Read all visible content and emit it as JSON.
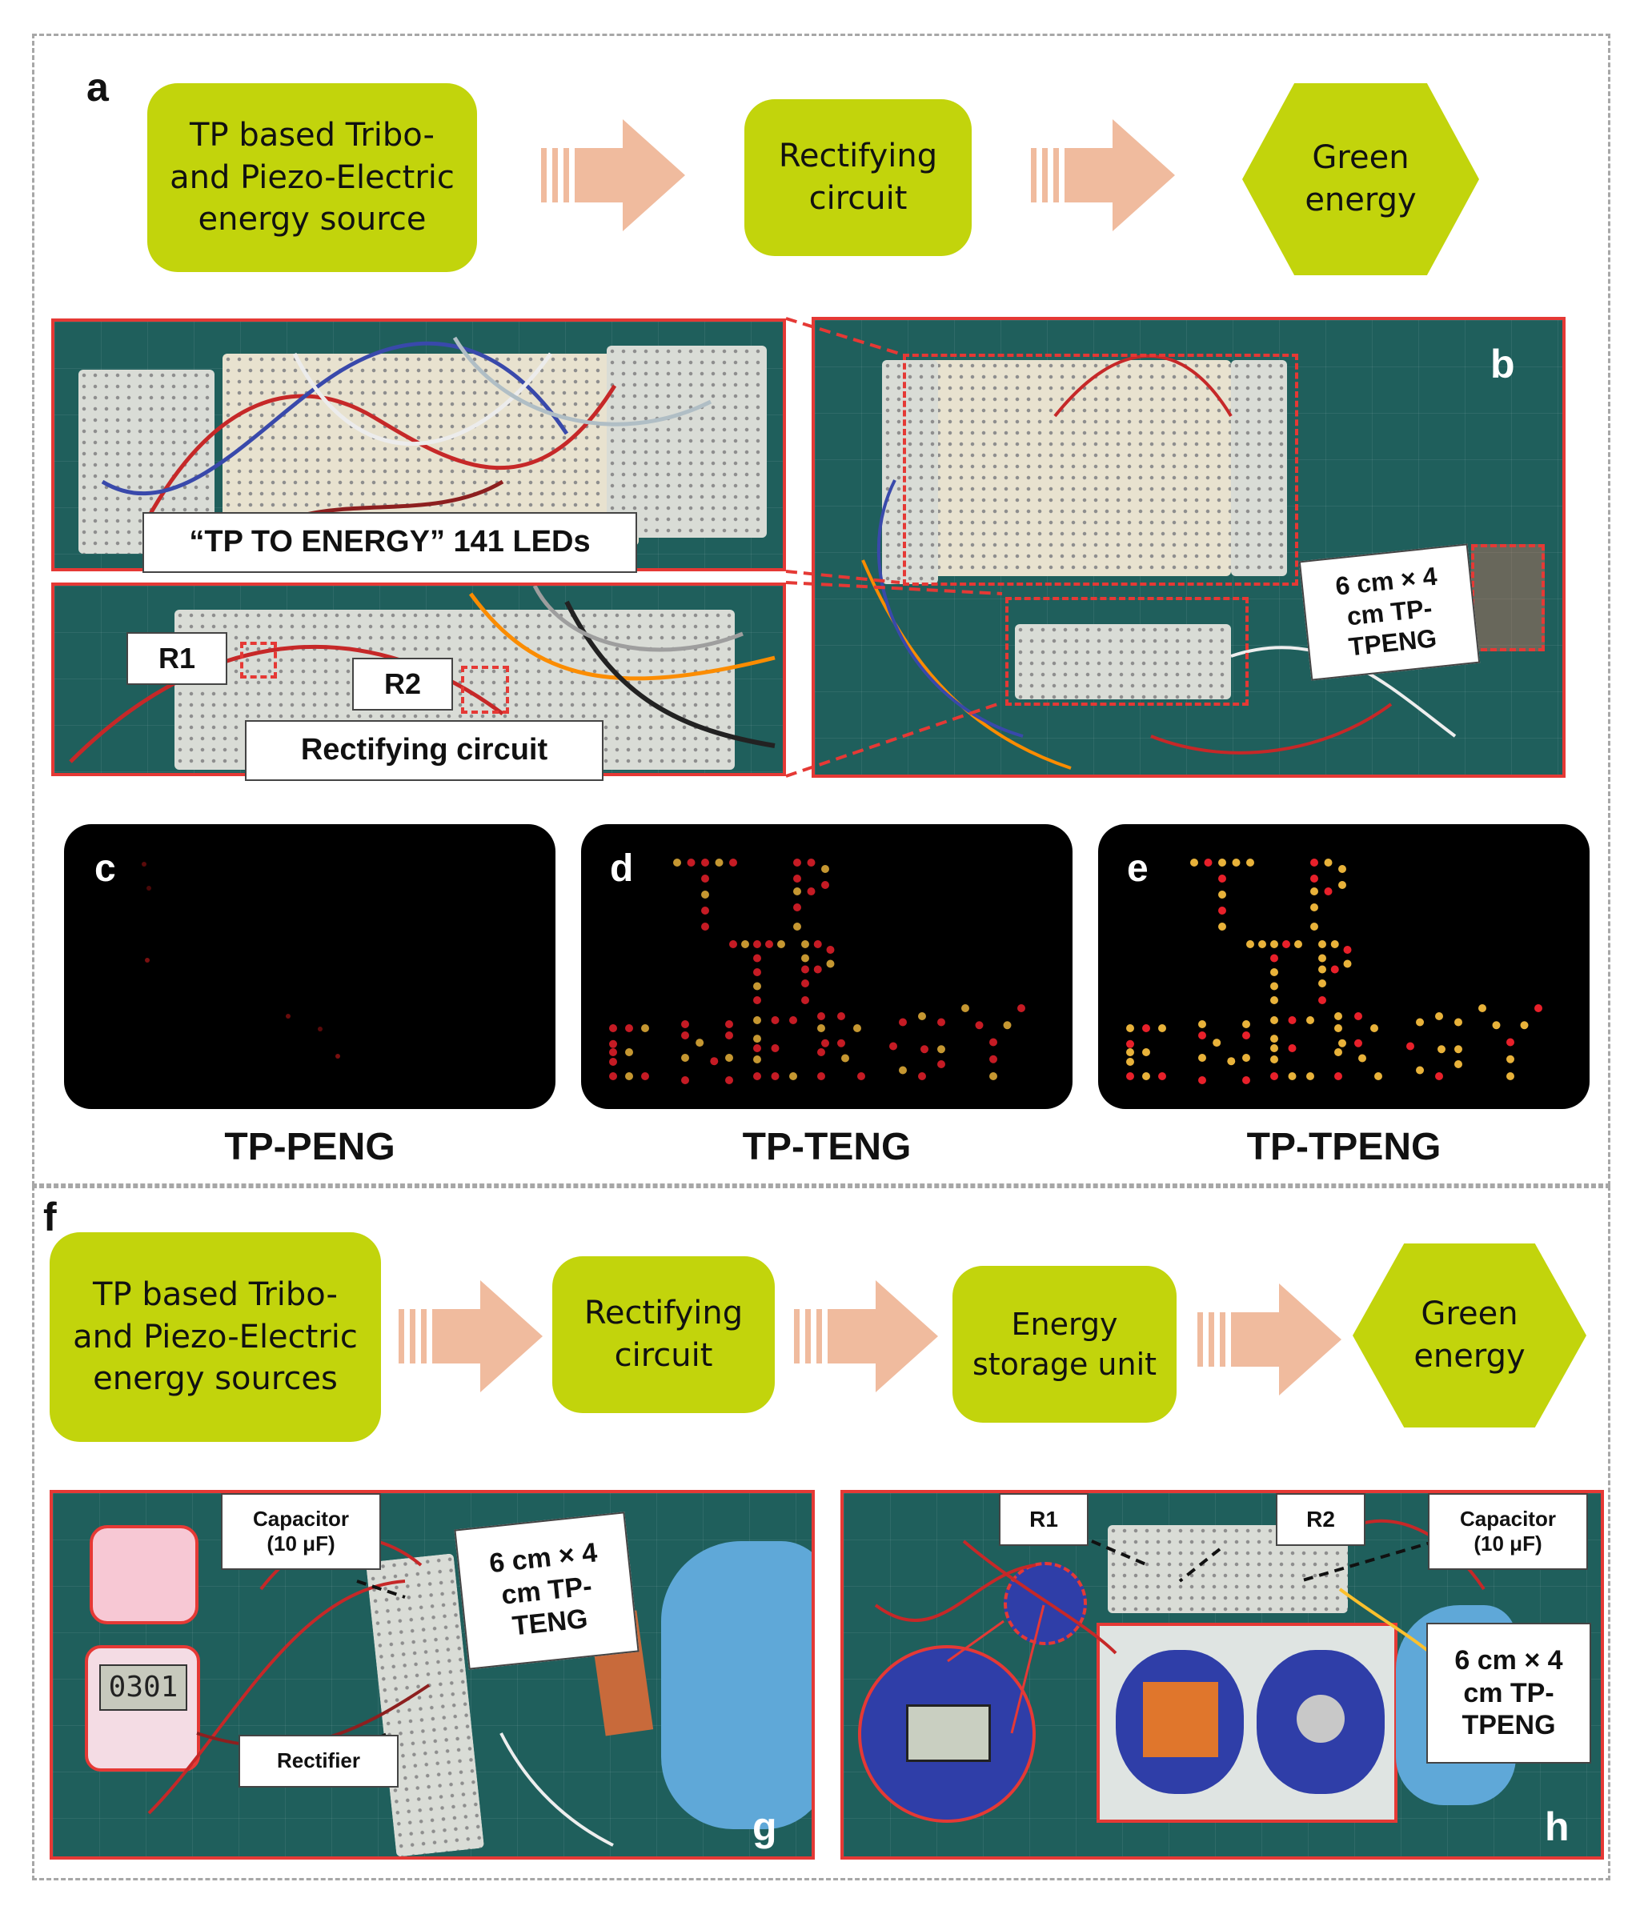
{
  "panels": {
    "a": "a",
    "b": "b",
    "c": "c",
    "d": "d",
    "e": "e",
    "f": "f",
    "g": "g",
    "h": "h"
  },
  "flow_top": {
    "source": "TP based Tribo-\nand Piezo-Electric\nenergy source",
    "rectifier": "Rectifying\ncircuit",
    "output": "Green\nenergy"
  },
  "flow_bottom": {
    "source": "TP based Tribo-\nand Piezo-Electric\nenergy sources",
    "rectifier": "Rectifying\ncircuit",
    "storage": "Energy\nstorage unit",
    "output": "Green\nenergy"
  },
  "panel_b_labels": {
    "leds": "“TP TO ENERGY” 141 LEDs",
    "r1": "R1",
    "r2": "R2",
    "rectifying": "Rectifying circuit",
    "device": "6 cm × 4\ncm TP-\nTPENG"
  },
  "led_captions": {
    "c": "TP-PENG",
    "d": "TP-TENG",
    "e": "TP-TPENG"
  },
  "panel_g_labels": {
    "capacitor": "Capacitor\n(10 μF)",
    "rectifier": "Rectifier",
    "device": "6 cm × 4\ncm TP-\nTENG",
    "timer_display": "0301"
  },
  "panel_h_labels": {
    "r1": "R1",
    "r2": "R2",
    "capacitor": "Capacitor\n(10 μF)",
    "device": "6 cm × 4\ncm TP-\nTPENG"
  },
  "colors": {
    "flow_box": "#c2d40c",
    "arrow": "#f0bb9e",
    "highlight_red": "#e53935",
    "mat_teal": "#1f5f5c",
    "led_red": "#e8202a",
    "led_yellow": "#e8b23a"
  }
}
